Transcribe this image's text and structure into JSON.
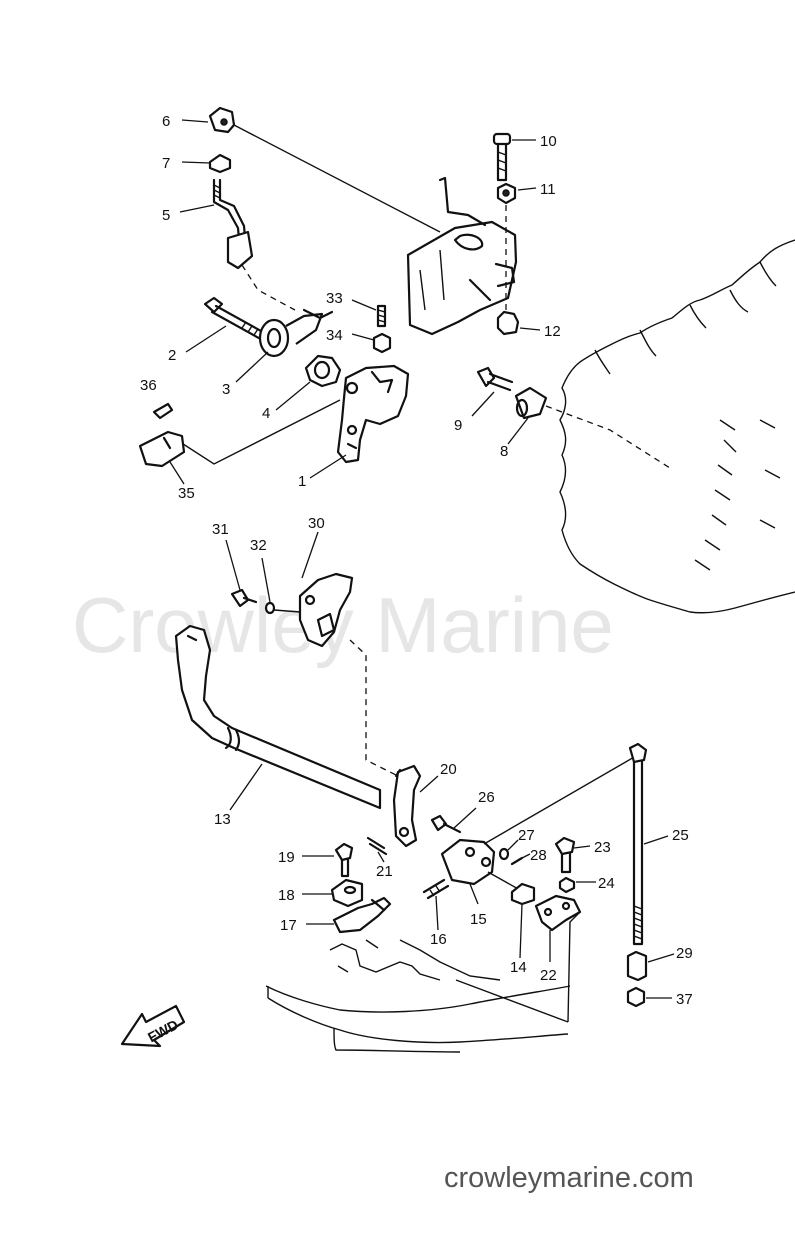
{
  "watermark": "Crowley Marine",
  "footer": "crowleymarine.com",
  "fwd": "FWD",
  "callouts": {
    "c1": "1",
    "c2": "2",
    "c3": "3",
    "c4": "4",
    "c5": "5",
    "c6": "6",
    "c7": "7",
    "c8": "8",
    "c9": "9",
    "c10": "10",
    "c11": "11",
    "c12": "12",
    "c13": "13",
    "c14": "14",
    "c15": "15",
    "c16": "16",
    "c17": "17",
    "c18": "18",
    "c19": "19",
    "c20": "20",
    "c21": "21",
    "c22": "22",
    "c23": "23",
    "c24": "24",
    "c25": "25",
    "c26": "26",
    "c27": "27",
    "c28": "28",
    "c29": "29",
    "c30": "30",
    "c31": "31",
    "c32": "32",
    "c33": "33",
    "c34": "34",
    "c35": "35",
    "c36": "36",
    "c37": "37"
  }
}
